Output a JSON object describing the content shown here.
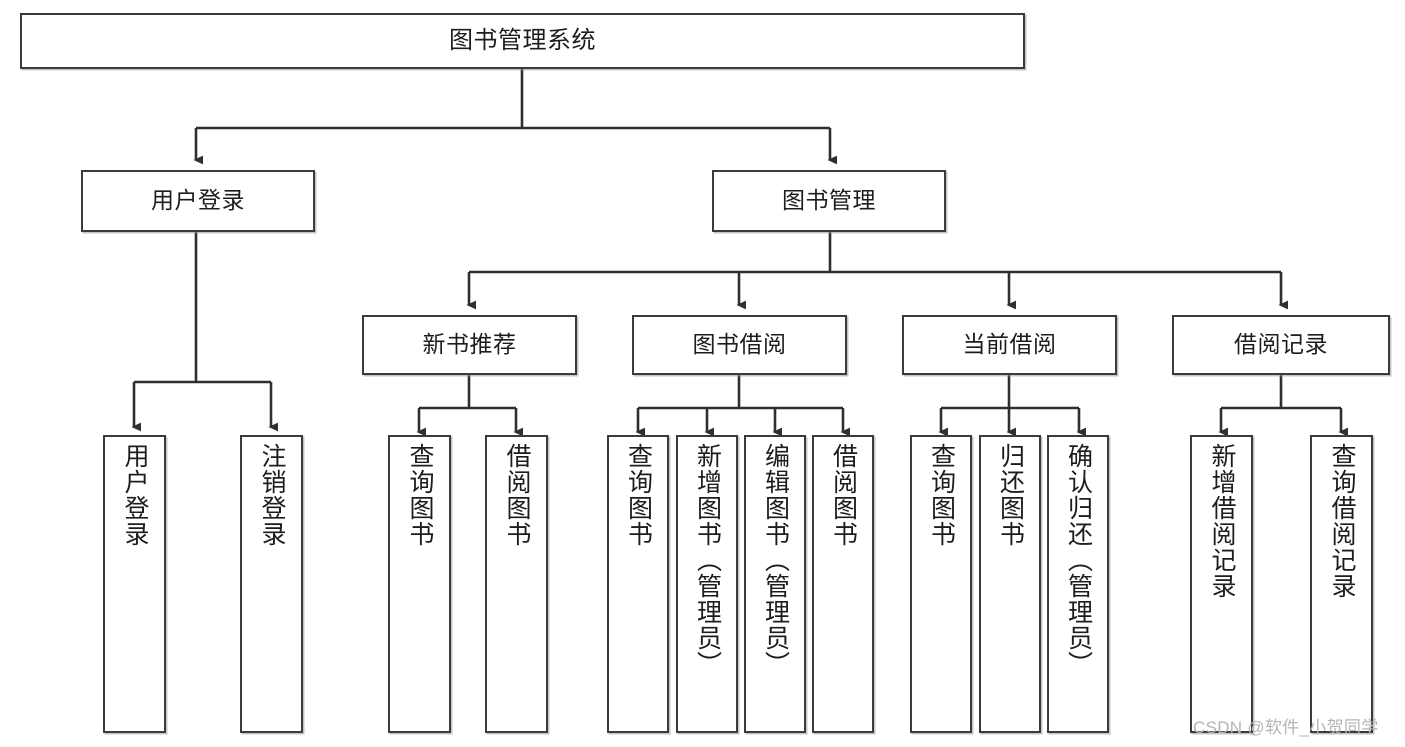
{
  "diagram": {
    "type": "tree-hierarchy",
    "title": "图书管理系统",
    "root": {
      "label": "图书管理系统"
    },
    "level2": [
      {
        "label": "用户登录"
      },
      {
        "label": "图书管理"
      }
    ],
    "level3": [
      {
        "label": "新书推荐"
      },
      {
        "label": "图书借阅"
      },
      {
        "label": "当前借阅"
      },
      {
        "label": "借阅记录"
      }
    ],
    "leaves": {
      "user_login": [
        {
          "label": "用户登录"
        },
        {
          "label": "注销登录"
        }
      ],
      "new_book": [
        {
          "label": "查询图书"
        },
        {
          "label": "借阅图书"
        }
      ],
      "book_borrow": [
        {
          "label": "查询图书"
        },
        {
          "label": "新增图书（管理员）"
        },
        {
          "label": "编辑图书（管理员）"
        },
        {
          "label": "借阅图书"
        }
      ],
      "current_borrow": [
        {
          "label": "查询图书"
        },
        {
          "label": "归还图书"
        },
        {
          "label": "确认归还（管理员）"
        }
      ],
      "borrow_record": [
        {
          "label": "新增借阅记录"
        },
        {
          "label": "查询借阅记录"
        }
      ]
    }
  },
  "watermark": {
    "text": "CSDN @软件_小贺同学"
  },
  "colors": {
    "stroke": "#3b3b3b",
    "fill": "#ffffff",
    "text": "#1d1d1d",
    "watermark": "#b4b4b4"
  }
}
